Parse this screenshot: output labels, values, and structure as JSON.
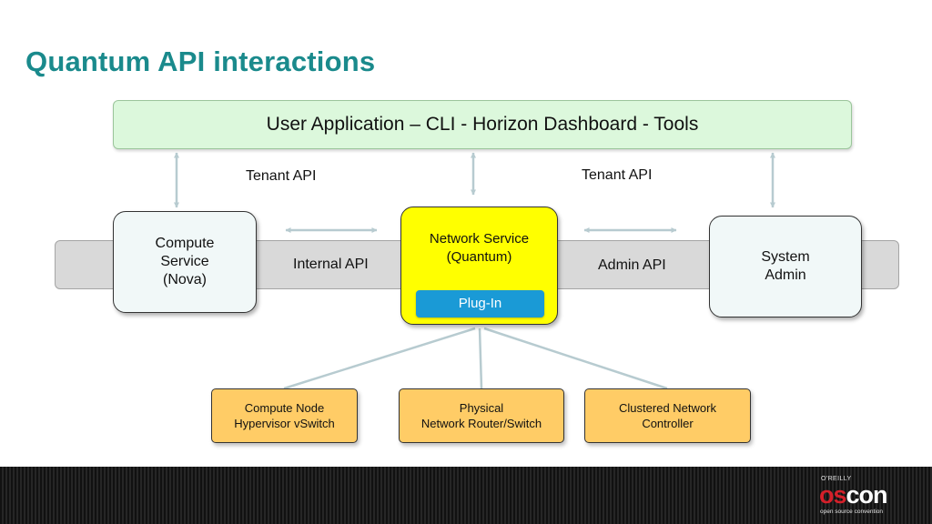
{
  "title": "Quantum API interactions",
  "user_application": "User Application – CLI - Horizon Dashboard - Tools",
  "labels": {
    "tenant_api_left": "Tenant API",
    "tenant_api_right": "Tenant API",
    "internal_api": "Internal API",
    "admin_api": "Admin API"
  },
  "nodes": {
    "compute": "Compute\nService\n(Nova)",
    "network": "Network Service\n(Quantum)",
    "plugin": "Plug-In",
    "system_admin": "System\nAdmin"
  },
  "devices": [
    "Compute Node\nHypervisor vSwitch",
    "Physical\nNetwork Router/Switch",
    "Clustered Network\nController"
  ],
  "logo": {
    "publisher": "O'REILLY",
    "word_os": "os",
    "word_con": "con",
    "tagline": "open source convention"
  },
  "colors": {
    "title": "#1a8a8c",
    "user_application_fill": "#dcf8dc",
    "network_service_fill": "#ffff00",
    "plugin_fill": "#1a9ad6",
    "device_fill": "#ffcc66",
    "bus_fill": "#d9d9d9",
    "logo_accent": "#d4202a"
  }
}
